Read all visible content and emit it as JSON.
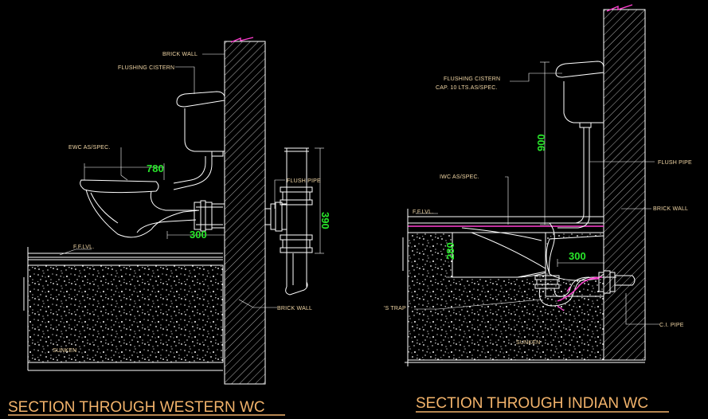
{
  "western": {
    "labels": {
      "brick_wall_top": "BRICK WALL",
      "flushing_cistern": "FLUSHING CISTERN",
      "ewc": "EWC AS/SPEC.",
      "flush_pipe": "FLUSH PIPE",
      "ff_lvl": "F.F.LVL.",
      "brick_wall_bottom": "BRICK WALL",
      "sunken": "SUNKEN"
    },
    "dims": {
      "seat_width": "780",
      "trap_offset": "300",
      "pipe_height": "390"
    },
    "title": "SECTION THROUGH WESTERN WC"
  },
  "indian": {
    "labels": {
      "flushing_cistern": "FLUSHING CISTERN",
      "cistern_cap": "CAP. 10 LTS.AS/SPEC.",
      "iwc": "IWC AS/SPEC.",
      "flush_pipe": "FLUSH PIPE",
      "brick_wall": "BRICK WALL",
      "ff_lvl": "F.F.LVL.",
      "s_trap": "'S TRAP",
      "ci_pipe": "C.I. PIPE",
      "sunken": "SUNKEN"
    },
    "dims": {
      "cistern_height": "900",
      "sunken_depth": "280",
      "trap_offset": "300"
    },
    "title": "SECTION THROUGH INDIAN WC"
  },
  "colors": {
    "background": "#000000",
    "label": "#f2d7a6",
    "dimension": "#28e62a",
    "title": "#f2b36b",
    "accent": "#ff3fd0"
  }
}
